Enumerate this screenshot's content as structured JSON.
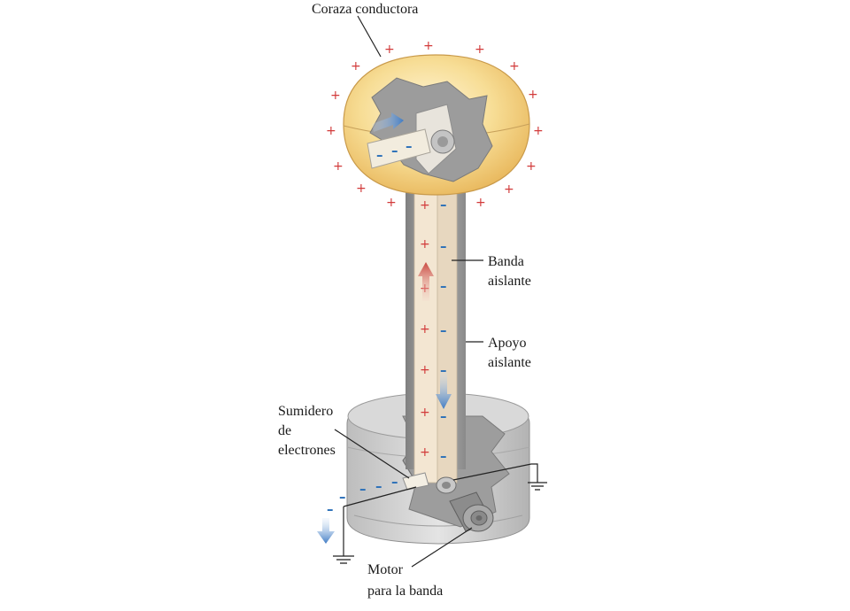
{
  "labels": {
    "shell": "Coraza conductora",
    "belt_line1": "Banda",
    "belt_line2": "aislante",
    "support_line1": "Apoyo",
    "support_line2": "aislante",
    "sink_line1": "Sumidero",
    "sink_line2": "de",
    "sink_line3": "electrones",
    "motor_line1": "Motor",
    "motor_line2": "para la banda"
  },
  "symbols": {
    "plus": "+",
    "minus": "–"
  },
  "colors": {
    "shell_fill": "#f6d88a",
    "shell_highlight": "#fff3cf",
    "positive_charge": "#d23a3a",
    "negative_charge": "#2a6fb8",
    "support": "#9a9a9a",
    "belt": "#efe2cf",
    "base": "#c9c9c9"
  },
  "icons": {
    "up_arrow": "red-up-arrow-icon",
    "down_arrow": "blue-down-arrow-icon",
    "ground": "ground-icon"
  }
}
